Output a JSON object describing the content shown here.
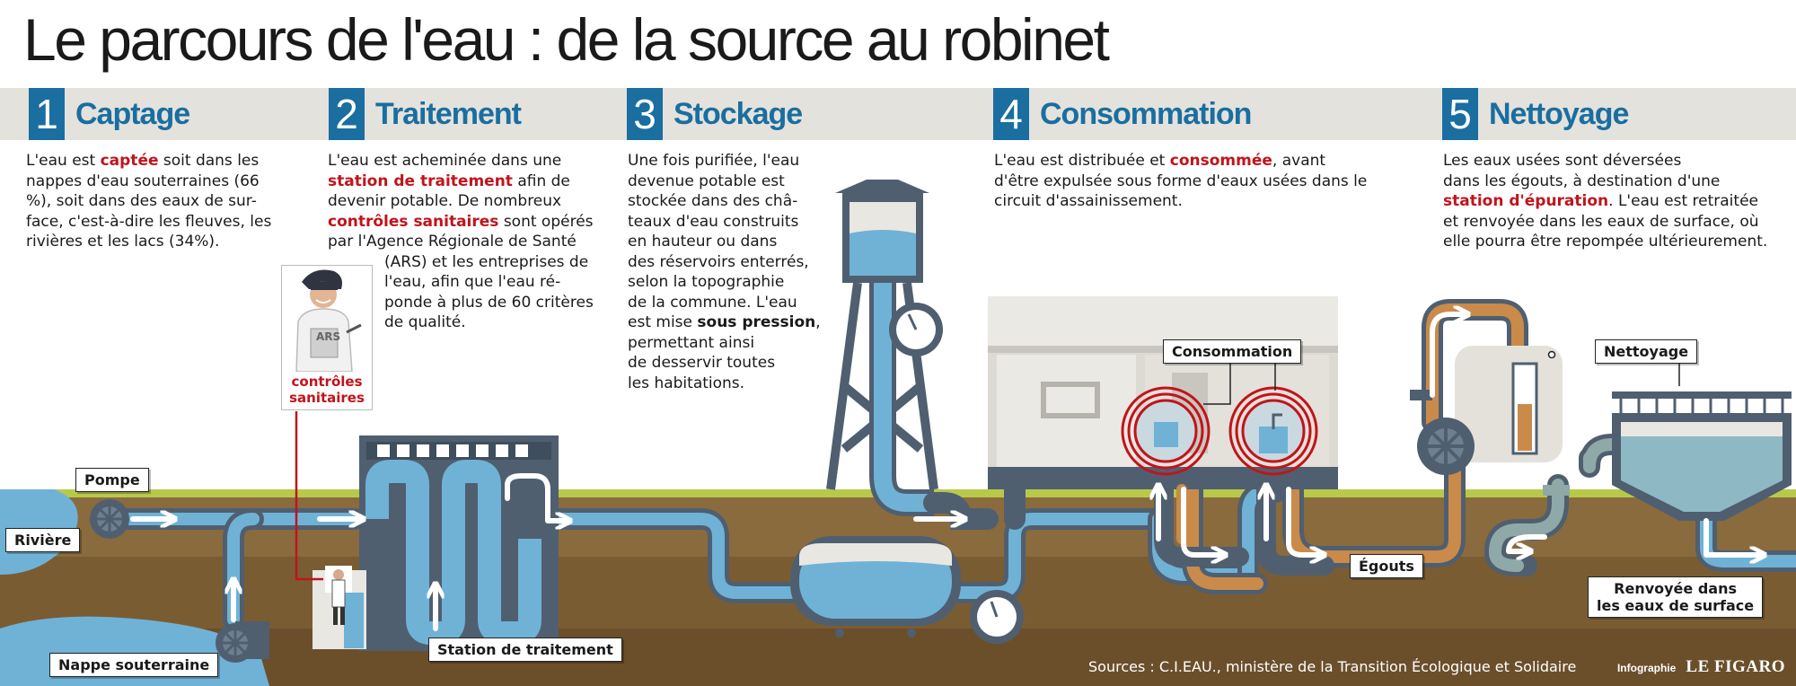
{
  "title": "Le parcours de l'eau : de la source au robinet",
  "steps": [
    {
      "num": "1",
      "name": "Captage"
    },
    {
      "num": "2",
      "name": "Traitement"
    },
    {
      "num": "3",
      "name": "Stockage"
    },
    {
      "num": "4",
      "name": "Consommation"
    },
    {
      "num": "5",
      "name": "Nettoyage"
    }
  ],
  "texts": {
    "captage": {
      "l1a": "L'eau est ",
      "l1r": "captée",
      "l1b": " soit dans les",
      "l2": "nappes d'eau souterraines (66",
      "l3": "%), soit dans des eaux de sur-",
      "l4": "face, c'est-à-dire les fleuves, les",
      "l5": "rivières et les lacs (34%)."
    },
    "traitement": {
      "l1": "L'eau est acheminée dans une",
      "l2r": "station de traitement",
      "l2b": " afin de",
      "l3": "devenir potable. De nombreux",
      "l4r": "contrôles sanitaires",
      "l4b": " sont opérés",
      "l5": "par l'Agence Régionale de Santé",
      "l6": "(ARS) et les entreprises de",
      "l7": "l'eau, afin que l'eau ré-",
      "l8": "ponde à plus de 60 critères",
      "l9": "de qualité."
    },
    "stockage": {
      "l1": "Une fois purifiée, l'eau",
      "l2": "devenue potable est",
      "l3": "stockée dans des châ-",
      "l4": "teaux d'eau construits",
      "l5": "en hauteur ou dans",
      "l6": "des réservoirs enterrés,",
      "l7": "selon la topographie",
      "l8": "de la commune. L'eau",
      "l9a": "est mise ",
      "l9b": "sous pression",
      "l9c": ",",
      "l10": "permettant ainsi",
      "l11": "de desservir toutes",
      "l12": "les habitations."
    },
    "consommation": {
      "l1a": "L'eau est distribuée et ",
      "l1r": "consommée",
      "l1b": ", avant",
      "l2": "d'être expulsée sous forme d'eaux usées dans le",
      "l3": "circuit d'assainissement."
    },
    "nettoyage": {
      "l1": "Les eaux usées sont déversées",
      "l2": "dans les égouts, à destination d'une",
      "l3r": "station d'épuration",
      "l3b": ". L'eau est retraitée",
      "l4": "et renvoyée dans les eaux de surface, où",
      "l5": "elle pourra être repompée ultérieurement."
    }
  },
  "controls": {
    "line1": "contrôles",
    "line2": "sanitaires",
    "badge": "ARS"
  },
  "labels": {
    "pompe": "Pompe",
    "riviere": "Rivière",
    "nappe": "Nappe souterraine",
    "station": "Station de traitement",
    "consommation": "Consommation",
    "egouts": "Égouts",
    "nettoyage": "Nettoyage",
    "renvoyee1": "Renvoyée dans",
    "renvoyee2": "les eaux de surface"
  },
  "footer": {
    "sources": "Sources : C.I.EAU., ministère de la Transition Écologique et Solidaire",
    "credit_small": "Infographie",
    "credit_big": "LE FIGARO"
  },
  "colors": {
    "accent": "#1a6ea0",
    "highlight": "#c0141c",
    "water": "#6fb2d6",
    "pipe": "#4f5f70",
    "ground": "#8a6b3e",
    "grass": "#b8c94a"
  }
}
